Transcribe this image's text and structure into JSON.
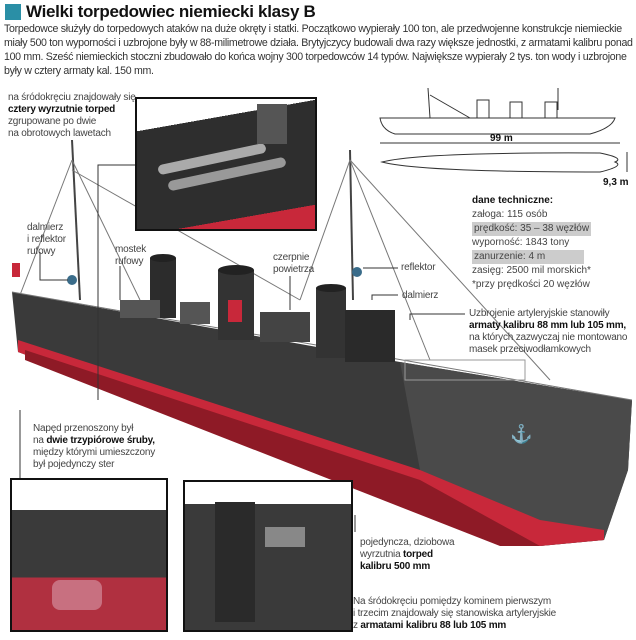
{
  "title": "Wielki torpedowiec niemiecki klasy B",
  "intro": "Torpedowce służyły do torpedowych ataków na duże okręty i statki. Początkowo wypierały 100 ton, ale przedwojenne konstrukcje niemieckie miały 500 ton wyporności i uzbrojone były w 88-milimetrowe działa. Brytyjczycy budowali dwa razy większe jednostki, z armatami kalibru ponad 100 mm. Sześć niemieckich stoczni zbudowało do końca wojny 300 torpedowców 14 typów. Największe wypierały 2 tys. ton wody i uzbrojone były w cztery armaty kal. 150 mm.",
  "dimensions": {
    "length": "99 m",
    "beam": "9,3 m"
  },
  "tech": {
    "heading": "dane techniczne:",
    "rows": [
      "załoga: 115 osób",
      "prędkość: 35 – 38 węzłów",
      "wyporność: 1843 tony",
      "zanurzenie: 4 m",
      "zasięg: 2500 mil morskich*",
      "*przy prędkości 20 węzłów"
    ]
  },
  "labels": {
    "torpedo_mid": {
      "a": "na śródokręciu znajdowały się",
      "b": "cztery wyrzutnie torped",
      "c": "zgrupowane po dwie",
      "d": "na obrotowych lawetach"
    },
    "rangefinder_aft": {
      "a": "dalmierz",
      "b": "i reflektor",
      "c": "rufowy"
    },
    "bridge_aft": {
      "a": "mostek",
      "b": "rufowy"
    },
    "air_intakes": {
      "a": "czerpnie",
      "b": "powietrza"
    },
    "searchlight": "reflektor",
    "rangefinder": "dalmierz",
    "artillery": {
      "a": "Uzbrojenie artyleryjskie stanowiły",
      "b": "armaty kalibru 88 mm lub 105 mm,",
      "c": "na których zazwyczaj nie montowano",
      "d": "masek przeciwodłamkowych"
    },
    "propulsion": {
      "a": "Napęd przenoszony był",
      "b1": "na ",
      "b": "dwie trzypiórowe śruby,",
      "c": "między którymi umieszczony",
      "d": "był pojedynczy ster"
    },
    "bow_torpedo": {
      "a": "pojedyncza, dziobowa",
      "b1": "wyrzutnia ",
      "b": "torped",
      "c": "kalibru 500 mm"
    },
    "mid_guns": {
      "a": "Na śródokręciu pomiędzy kominem pierwszym",
      "b": "i trzecim znajdowały się stanowiska artyleryjskie",
      "c1": "z ",
      "c": "armatami kalibru 88 lub 105 mm"
    }
  },
  "colors": {
    "hull": "#3a3a3a",
    "red": "#c8283a",
    "accent": "#2a8fa6"
  }
}
